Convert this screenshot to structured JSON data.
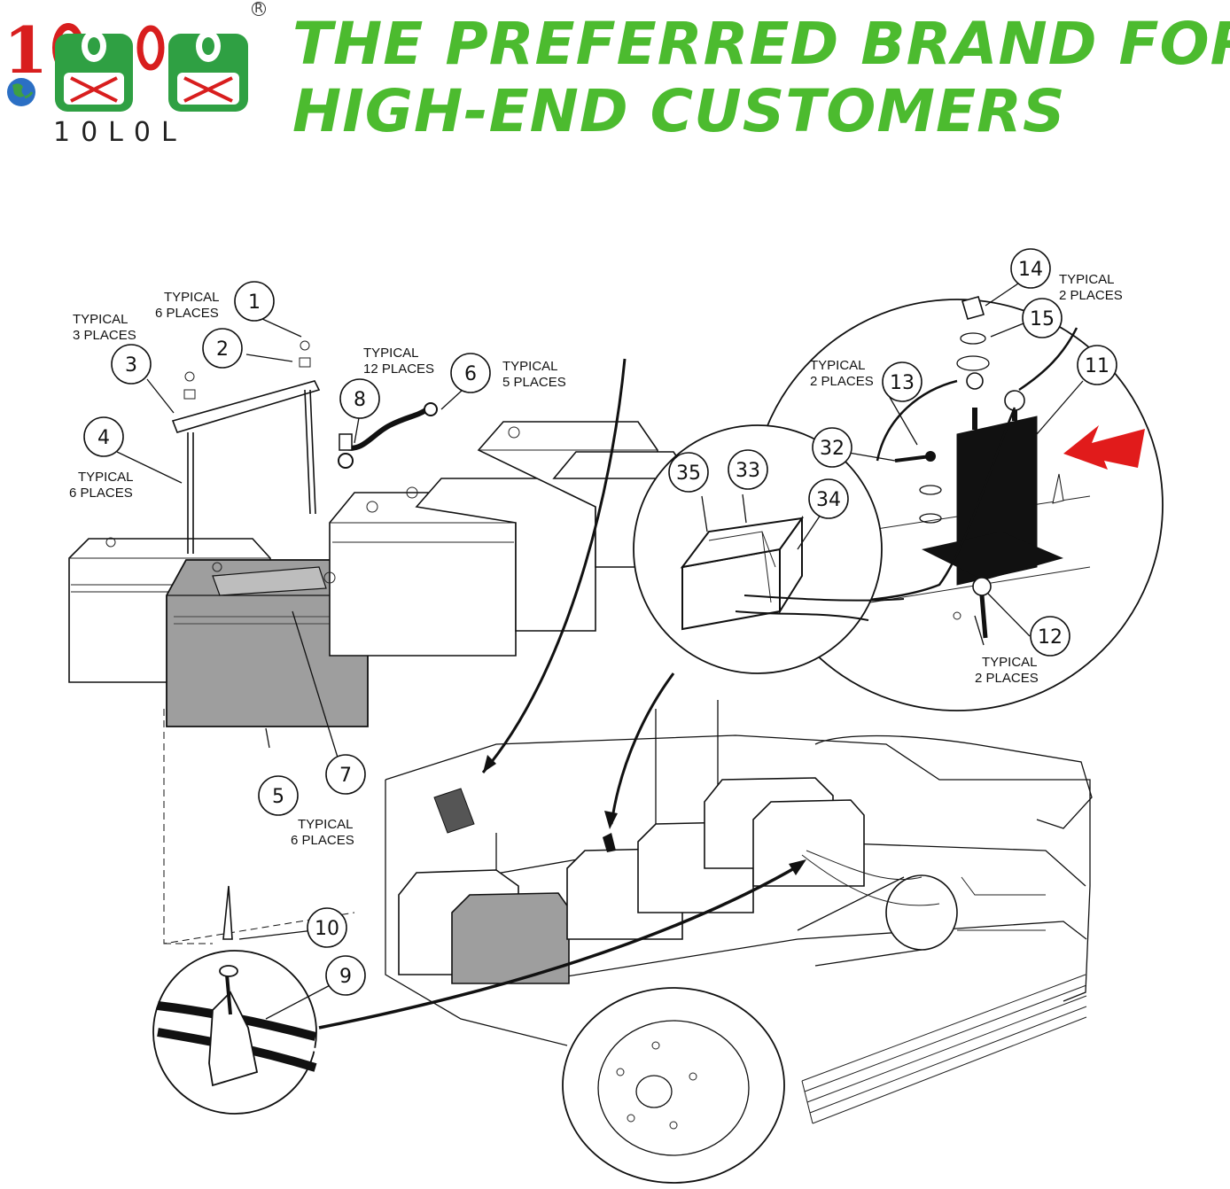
{
  "brand": {
    "name": "10L0L",
    "registered_mark": "R"
  },
  "headline": {
    "line1": "THE PREFERRED BRAND FOR",
    "line2": "HIGH-END CUSTOMERS"
  },
  "colors": {
    "headline": "#4cbb2f",
    "logo_red": "#d81e1e",
    "logo_green": "#2fa043",
    "arrow": "#e11b1b"
  },
  "callouts": [
    "1",
    "2",
    "3",
    "4",
    "5",
    "6",
    "7",
    "8",
    "9",
    "10",
    "11",
    "12",
    "13",
    "14",
    "15",
    "32",
    "33",
    "34",
    "35"
  ],
  "notes": {
    "n1": [
      "TYPICAL",
      "6 PLACES"
    ],
    "n3": [
      "TYPICAL",
      "3 PLACES"
    ],
    "n4": [
      "TYPICAL",
      "6 PLACES"
    ],
    "n8": [
      "TYPICAL",
      "12 PLACES"
    ],
    "n6": [
      "TYPICAL",
      "5 PLACES"
    ],
    "n5": [
      "TYPICAL",
      "6 PLACES"
    ],
    "n14": [
      "TYPICAL",
      "2 PLACES"
    ],
    "n13": [
      "TYPICAL",
      "2 PLACES"
    ],
    "n12": [
      "TYPICAL",
      "2 PLACES"
    ]
  },
  "icons": {
    "pointer": "red-arrow-icon",
    "globe": "globe-icon"
  }
}
